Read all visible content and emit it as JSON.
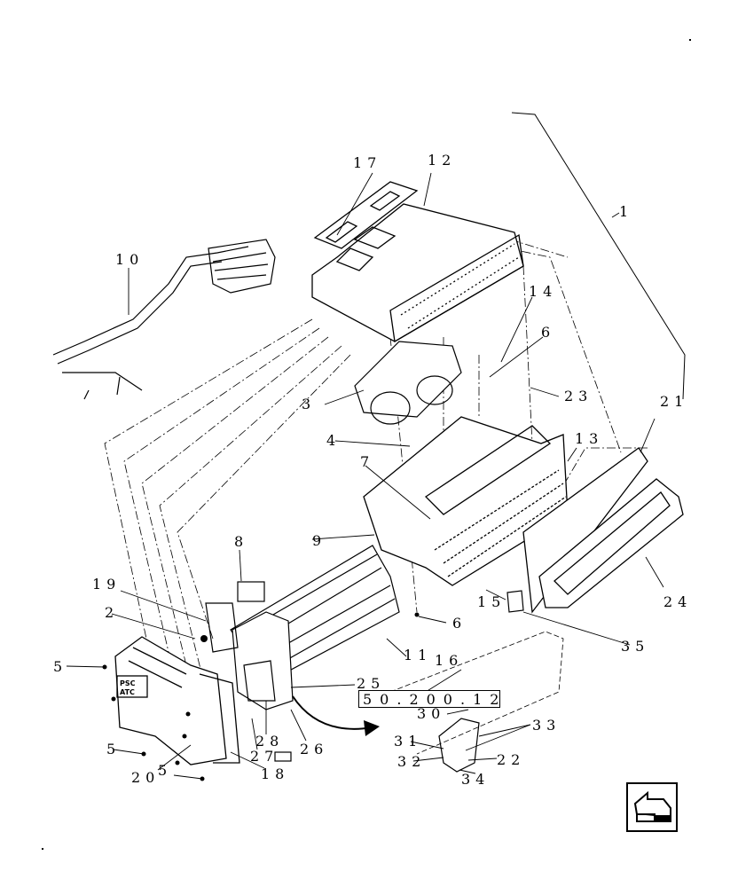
{
  "diagram": {
    "callouts": {
      "c17": "17",
      "c12": "12",
      "c1": "1",
      "c10": "10",
      "c14": "14",
      "c6a": "6",
      "c3": "3",
      "c23": "23",
      "c21": "21",
      "c4": "4",
      "c13": "13",
      "c7": "7",
      "c9": "9",
      "c8": "8",
      "c19": "19",
      "c2": "2",
      "c15": "15",
      "c24": "24",
      "c6b": "6",
      "c35": "35",
      "c5a": "5",
      "c11": "11",
      "c16": "16",
      "c25": "25",
      "c30": "30",
      "c33": "33",
      "c31": "31",
      "c28": "28",
      "c26": "26",
      "c27": "27",
      "c22": "22",
      "c5b": "5",
      "c32": "32",
      "c34": "34",
      "c20": "20",
      "c5c": "5",
      "c18": "18"
    },
    "reference_box": "50.200.12",
    "control_panel_text": [
      "PSC",
      "ATC"
    ]
  },
  "nav": {
    "icon": "next-page-arrow-icon"
  },
  "colors": {
    "ink": "#000000",
    "background": "#ffffff"
  }
}
